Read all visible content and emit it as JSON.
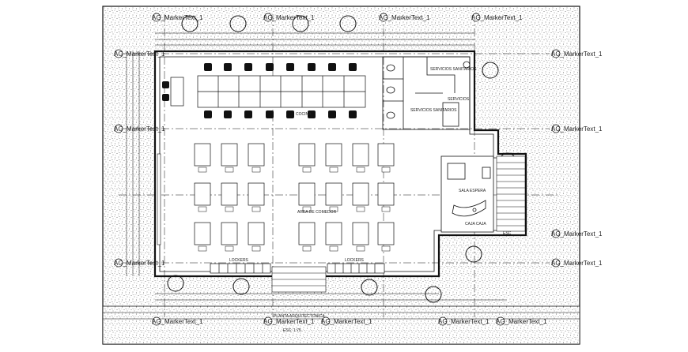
{
  "plan": {
    "rooms": {
      "dining_area": "AREA DE COMEDOR",
      "waiting_room": "SALA ESPERA",
      "cashier": "CAJA CAJA",
      "bathrooms": "SERVICIOS",
      "kitchen": "COCINA",
      "lockers_left": "LOCKERS",
      "lockers_right": "LOCKERS",
      "sign_top": "SERVICIOS SANITARIOS",
      "sign_mid": "SERVICIOS SANITARIOS",
      "stair_label": "ESC",
      "plan_title": "PLANTA ARQUITECTONICA",
      "scale": "ESC: 1:75"
    },
    "markers": {
      "top": [
        "AG_MarkerText_1",
        "AG_MarkerText_1",
        "AG_MarkerText_1",
        "AG_MarkerText_1"
      ],
      "left_top": "AG_MarkerText_1",
      "left_mid": "AG_MarkerText_1",
      "left_bottom": "AG_MarkerText_1",
      "right_1": "AG_MarkerText_1",
      "right_2": "AG_MarkerText_1",
      "right_3": "AG_MarkerText_1",
      "right_4": "AG_MarkerText_1",
      "bottom": [
        "AG_MarkerText_1",
        "AG_MarkerText_1",
        "AG_MarkerText_1",
        "AG_MarkerText_1",
        "AG_MarkerText_1"
      ]
    },
    "colors": {
      "line": "#111111",
      "hatch": "#555555",
      "background": "#ffffff"
    }
  }
}
